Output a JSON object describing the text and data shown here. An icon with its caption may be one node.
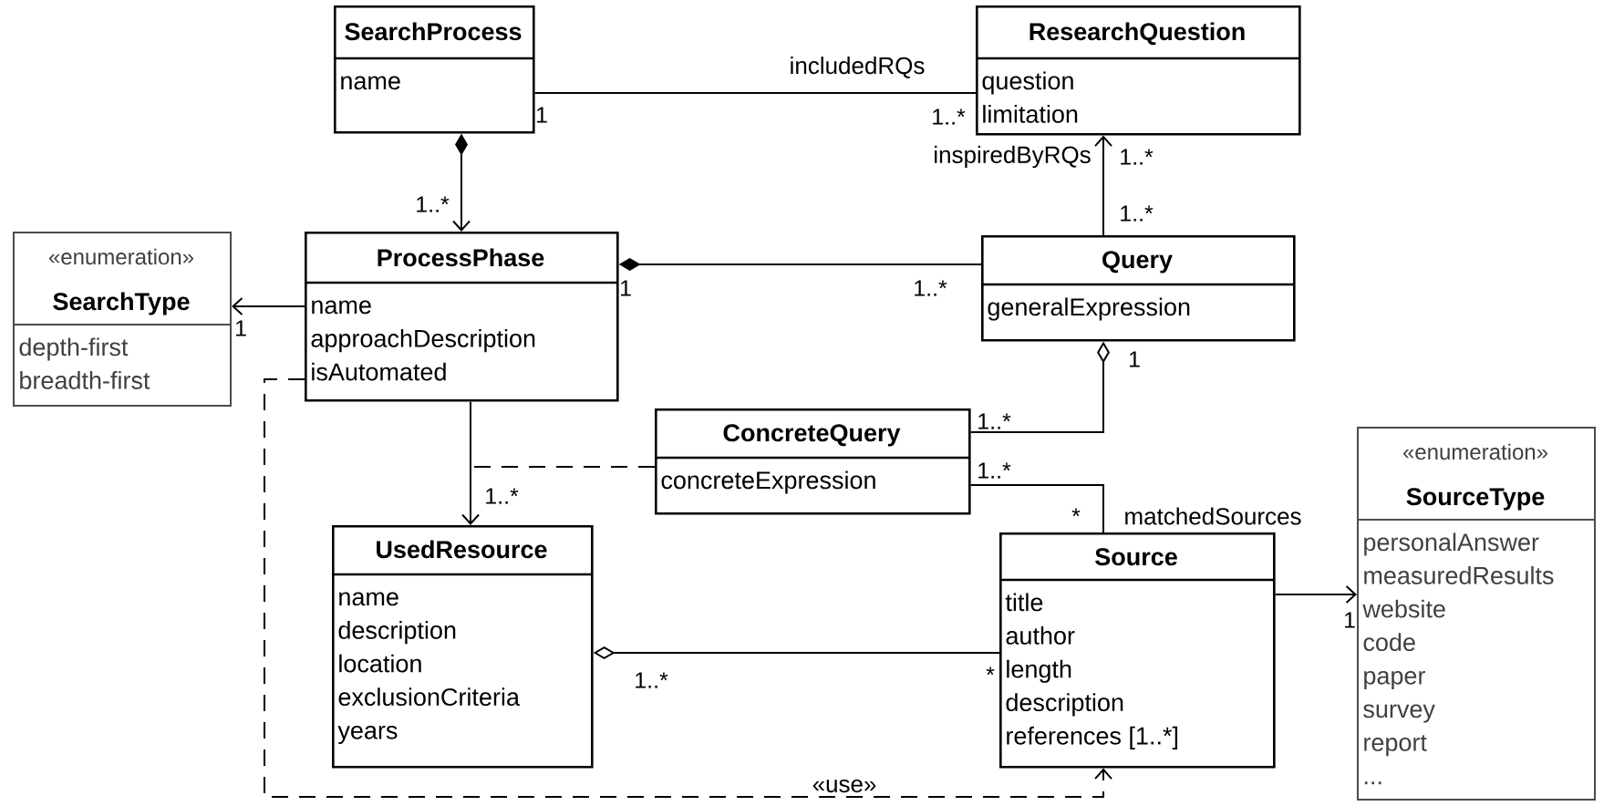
{
  "diagram": {
    "nodes": [
      {
        "text": [
          "SearchProcess",
          "name"
        ]
      },
      {
        "text": [
          "ResearchQuestion",
          "question",
          "limitation"
        ]
      },
      {
        "text": [
          "«enumeration»",
          "SearchType",
          "depth-first",
          "breadth-first"
        ]
      },
      {
        "text": [
          "ProcessPhase",
          "name",
          "approachDescription",
          "isAutomated"
        ]
      },
      {
        "text": [
          "Query",
          "generalExpression"
        ]
      },
      {
        "text": [
          "ConcreteQuery",
          "concreteExpression"
        ]
      },
      {
        "text": [
          "UsedResource",
          "name",
          "description",
          "location",
          "exclusionCriteria",
          "years"
        ]
      },
      {
        "text": [
          "Source",
          "title",
          "author",
          "length",
          "description",
          "references [1..*]"
        ]
      },
      {
        "text": [
          "«enumeration»",
          "SourceType",
          "personalAnswer",
          "measuredResults",
          "website",
          "code",
          "paper",
          "survey",
          "report",
          "..."
        ]
      }
    ],
    "edges": [
      {
        "from": 0,
        "to": 1,
        "arrow": "none",
        "label": "includedRQs"
      },
      {
        "from": 0,
        "to": 3,
        "arrow": "to"
      },
      {
        "from": 3,
        "to": 2,
        "arrow": "to"
      },
      {
        "from": 3,
        "to": 4,
        "arrow": "other"
      },
      {
        "from": 4,
        "to": 1,
        "arrow": "to",
        "label": "inspiredByRQs"
      },
      {
        "from": 4,
        "to": 5,
        "arrow": "other"
      },
      {
        "from": 3,
        "to": 6,
        "arrow": "to"
      },
      {
        "from": 5,
        "to": null,
        "arrow": "none",
        "style": "dashed"
      },
      {
        "from": 5,
        "to": 7,
        "arrow": "none",
        "label": "matchedSources"
      },
      {
        "from": 6,
        "to": 7,
        "arrow": "other"
      },
      {
        "from": 7,
        "to": 8,
        "arrow": "to"
      },
      {
        "from": 3,
        "to": 7,
        "arrow": "to",
        "style": "dashed",
        "label": "«use»"
      }
    ],
    "labels": [
      "1",
      "1..*",
      "1..*",
      "1..*",
      "1..*",
      "1",
      "1..*",
      "1",
      "1",
      "1..*",
      "1..*",
      "1..*",
      "*",
      "1",
      "*",
      "1..*"
    ]
  }
}
